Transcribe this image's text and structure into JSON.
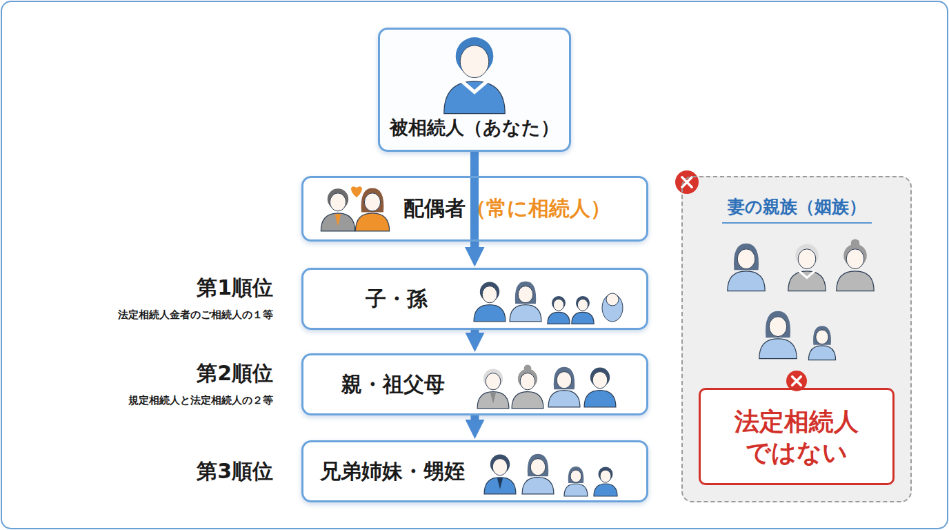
{
  "diagram": {
    "nodes": [
      {
        "text": [
          "被相続人（あなた）"
        ]
      },
      {
        "text": [
          "配偶者",
          "（常に相続人）"
        ]
      },
      {
        "text": [
          "子・孫",
          "第1順位",
          "法定相続人金者のご相続人の１等"
        ]
      },
      {
        "text": [
          "親・祖父母",
          "第2順位",
          "規定相続人と法定相続人の２等"
        ]
      },
      {
        "text": [
          "兄弟姉妹・甥姪",
          "第3順位"
        ]
      },
      {
        "text": [
          "妻の親族（姻族）"
        ]
      },
      {
        "text": [
          "法定相続人 ではない"
        ],
        "in": 5
      }
    ],
    "edges": [
      {
        "from": 0,
        "to": 1,
        "arrow": "none"
      },
      {
        "from": 1,
        "to": 2,
        "arrow": "to"
      },
      {
        "from": 2,
        "to": 3,
        "arrow": "to"
      },
      {
        "from": 3,
        "to": 4,
        "arrow": "to"
      },
      {
        "from": 0,
        "to": 2,
        "arrow": "to"
      }
    ]
  }
}
